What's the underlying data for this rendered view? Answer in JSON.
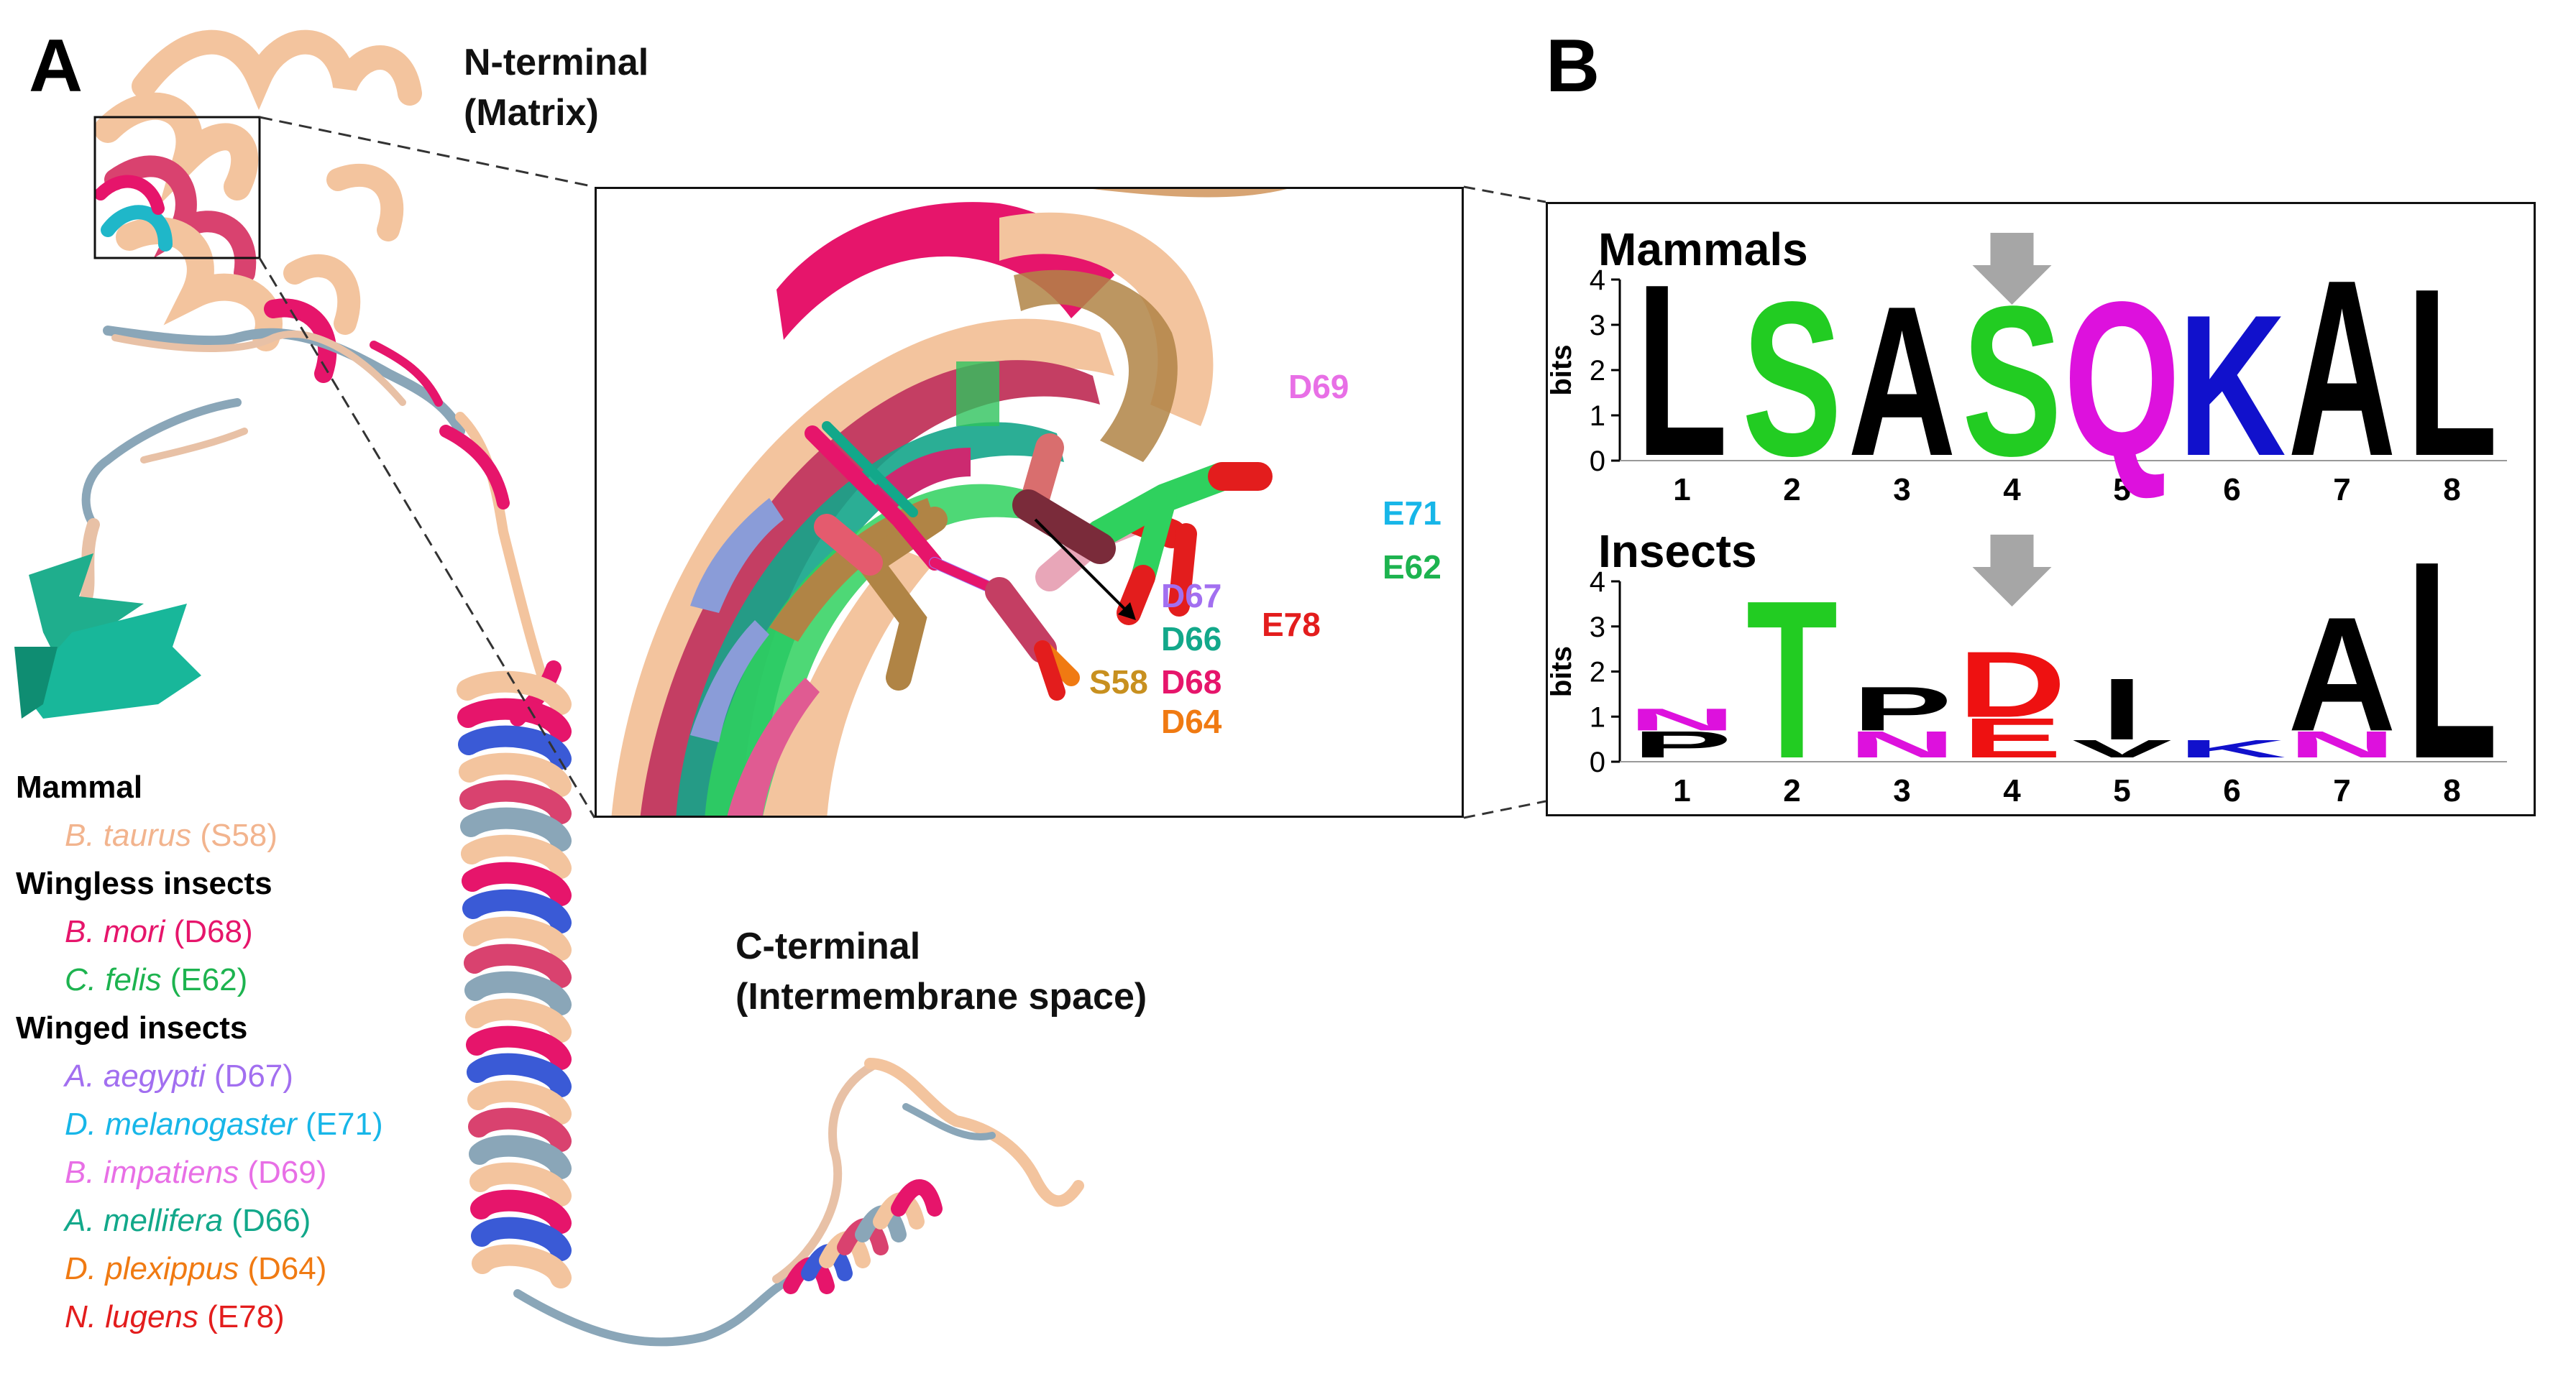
{
  "panel_a": {
    "letter": "A",
    "n_terminal": "N-terminal",
    "n_terminal_sub": "(Matrix)",
    "c_terminal": "C-terminal",
    "c_terminal_sub": "(Intermembrane space)",
    "legend": {
      "mammal_header": "Mammal",
      "wingless_header": "Wingless insects",
      "winged_header": "Winged insects",
      "entries": [
        {
          "species": "B. taurus",
          "residue": "(S58)",
          "color": "#f2b48e"
        },
        {
          "species": "B. mori",
          "residue": "(D68)",
          "color": "#e6156b"
        },
        {
          "species": "C. felis",
          "residue": "(E62)",
          "color": "#1db34f"
        },
        {
          "species": "A. aegypti",
          "residue": "(D67)",
          "color": "#a26ff0"
        },
        {
          "species": "D. melanogaster",
          "residue": "(E71)",
          "color": "#17b6e8"
        },
        {
          "species": "B. impatiens",
          "residue": "(D69)",
          "color": "#e86fe6"
        },
        {
          "species": "A. mellifera",
          "residue": "(D66)",
          "color": "#12a88a"
        },
        {
          "species": "D. plexippus",
          "residue": "(D64)",
          "color": "#f07a12"
        },
        {
          "species": "N. lugens",
          "residue": "(E78)",
          "color": "#e31d1d"
        }
      ]
    },
    "zoom_labels": {
      "d69": "D69",
      "e71": "E71",
      "e62": "E62",
      "d67": "D67",
      "e78": "E78",
      "d66": "D66",
      "s58": "S58",
      "d68": "D68",
      "d64": "D64"
    }
  },
  "panel_b": {
    "letter": "B",
    "mammals_title": "Mammals",
    "insects_title": "Insects",
    "y_axis_label": "bits",
    "y_ticks": [
      "0",
      "1",
      "2",
      "3",
      "4"
    ],
    "positions": [
      "1",
      "2",
      "3",
      "4",
      "5",
      "6",
      "7",
      "8"
    ],
    "mammals_logo": {
      "letters": [
        "L",
        "S",
        "A",
        "S",
        "Q",
        "K",
        "A",
        "L"
      ],
      "letter_colors": [
        "#000000",
        "#22cc22",
        "#000000",
        "#22cc22",
        "#dd11dd",
        "#1111cc",
        "#000000",
        "#000000"
      ],
      "heights_bits": [
        3.9,
        3.5,
        3.4,
        3.4,
        3.5,
        3.2,
        4.0,
        3.8
      ]
    },
    "insects_logo": {
      "top_letters": [
        "N",
        "T",
        "P",
        "D",
        "I",
        "K",
        "A",
        "L"
      ],
      "top_colors": [
        "#dd11dd",
        "#22cc22",
        "#000000",
        "#ee1111",
        "#000000",
        "#1111cc",
        "#000000",
        "#000000"
      ],
      "top_heights_bits": [
        0.5,
        3.6,
        1.0,
        1.5,
        1.4,
        0.4,
        2.6,
        4.5
      ],
      "second_letters": [
        "P",
        "",
        "N",
        "E",
        "V",
        "",
        "N",
        ""
      ],
      "second_colors": [
        "#000000",
        "",
        "#dd11dd",
        "#ee1111",
        "#000000",
        "",
        "#dd11dd",
        ""
      ],
      "second_heights_bits": [
        0.6,
        0,
        0.6,
        0.9,
        0.4,
        0,
        0.6,
        0
      ]
    },
    "arrow_color": "#a6a6a6"
  }
}
